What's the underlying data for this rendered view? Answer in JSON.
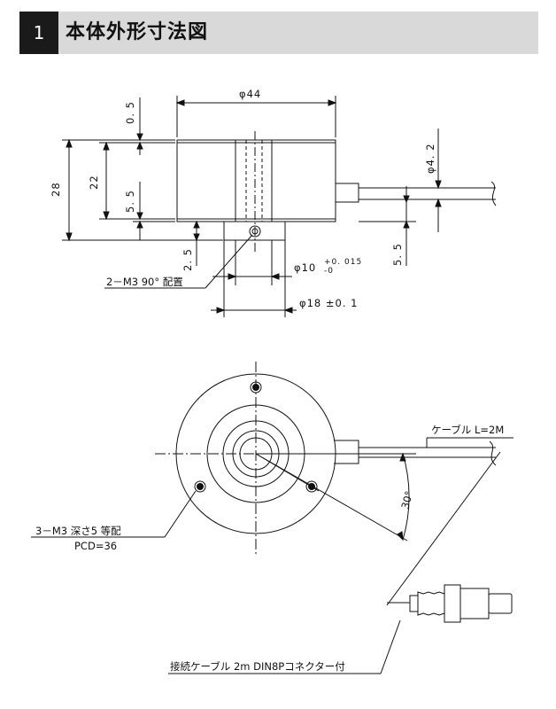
{
  "header": {
    "number": "1",
    "title": "本体外形寸法図"
  },
  "side_view": {
    "dim_diameter_44": "φ44",
    "dim_0_5": "0. 5",
    "dim_28": "28",
    "dim_22": "22",
    "dim_5_5_left": "5. 5",
    "dim_2_5": "2. 5",
    "dim_cable_dia": "φ4. 2",
    "dim_5_5_right": "5. 5",
    "dim_bore": "φ10",
    "dim_bore_tol_upper": "+0. 015",
    "dim_bore_tol_lower": "-0",
    "dim_hub": "φ18 ±0. 1",
    "screw_note": "2－M3 90° 配置"
  },
  "front_view": {
    "cable_label": "ケーブル L=2M",
    "angle_label": "30°",
    "holes_note": "3－M3 深さ5 等配",
    "pcd_note": "PCD=36",
    "connector_note": "接続ケーブル 2m DIN8Pコネクター付"
  },
  "colors": {
    "line": "#111111",
    "header_bg": "#d9d9d9",
    "header_num_bg": "#1a1a1a"
  }
}
